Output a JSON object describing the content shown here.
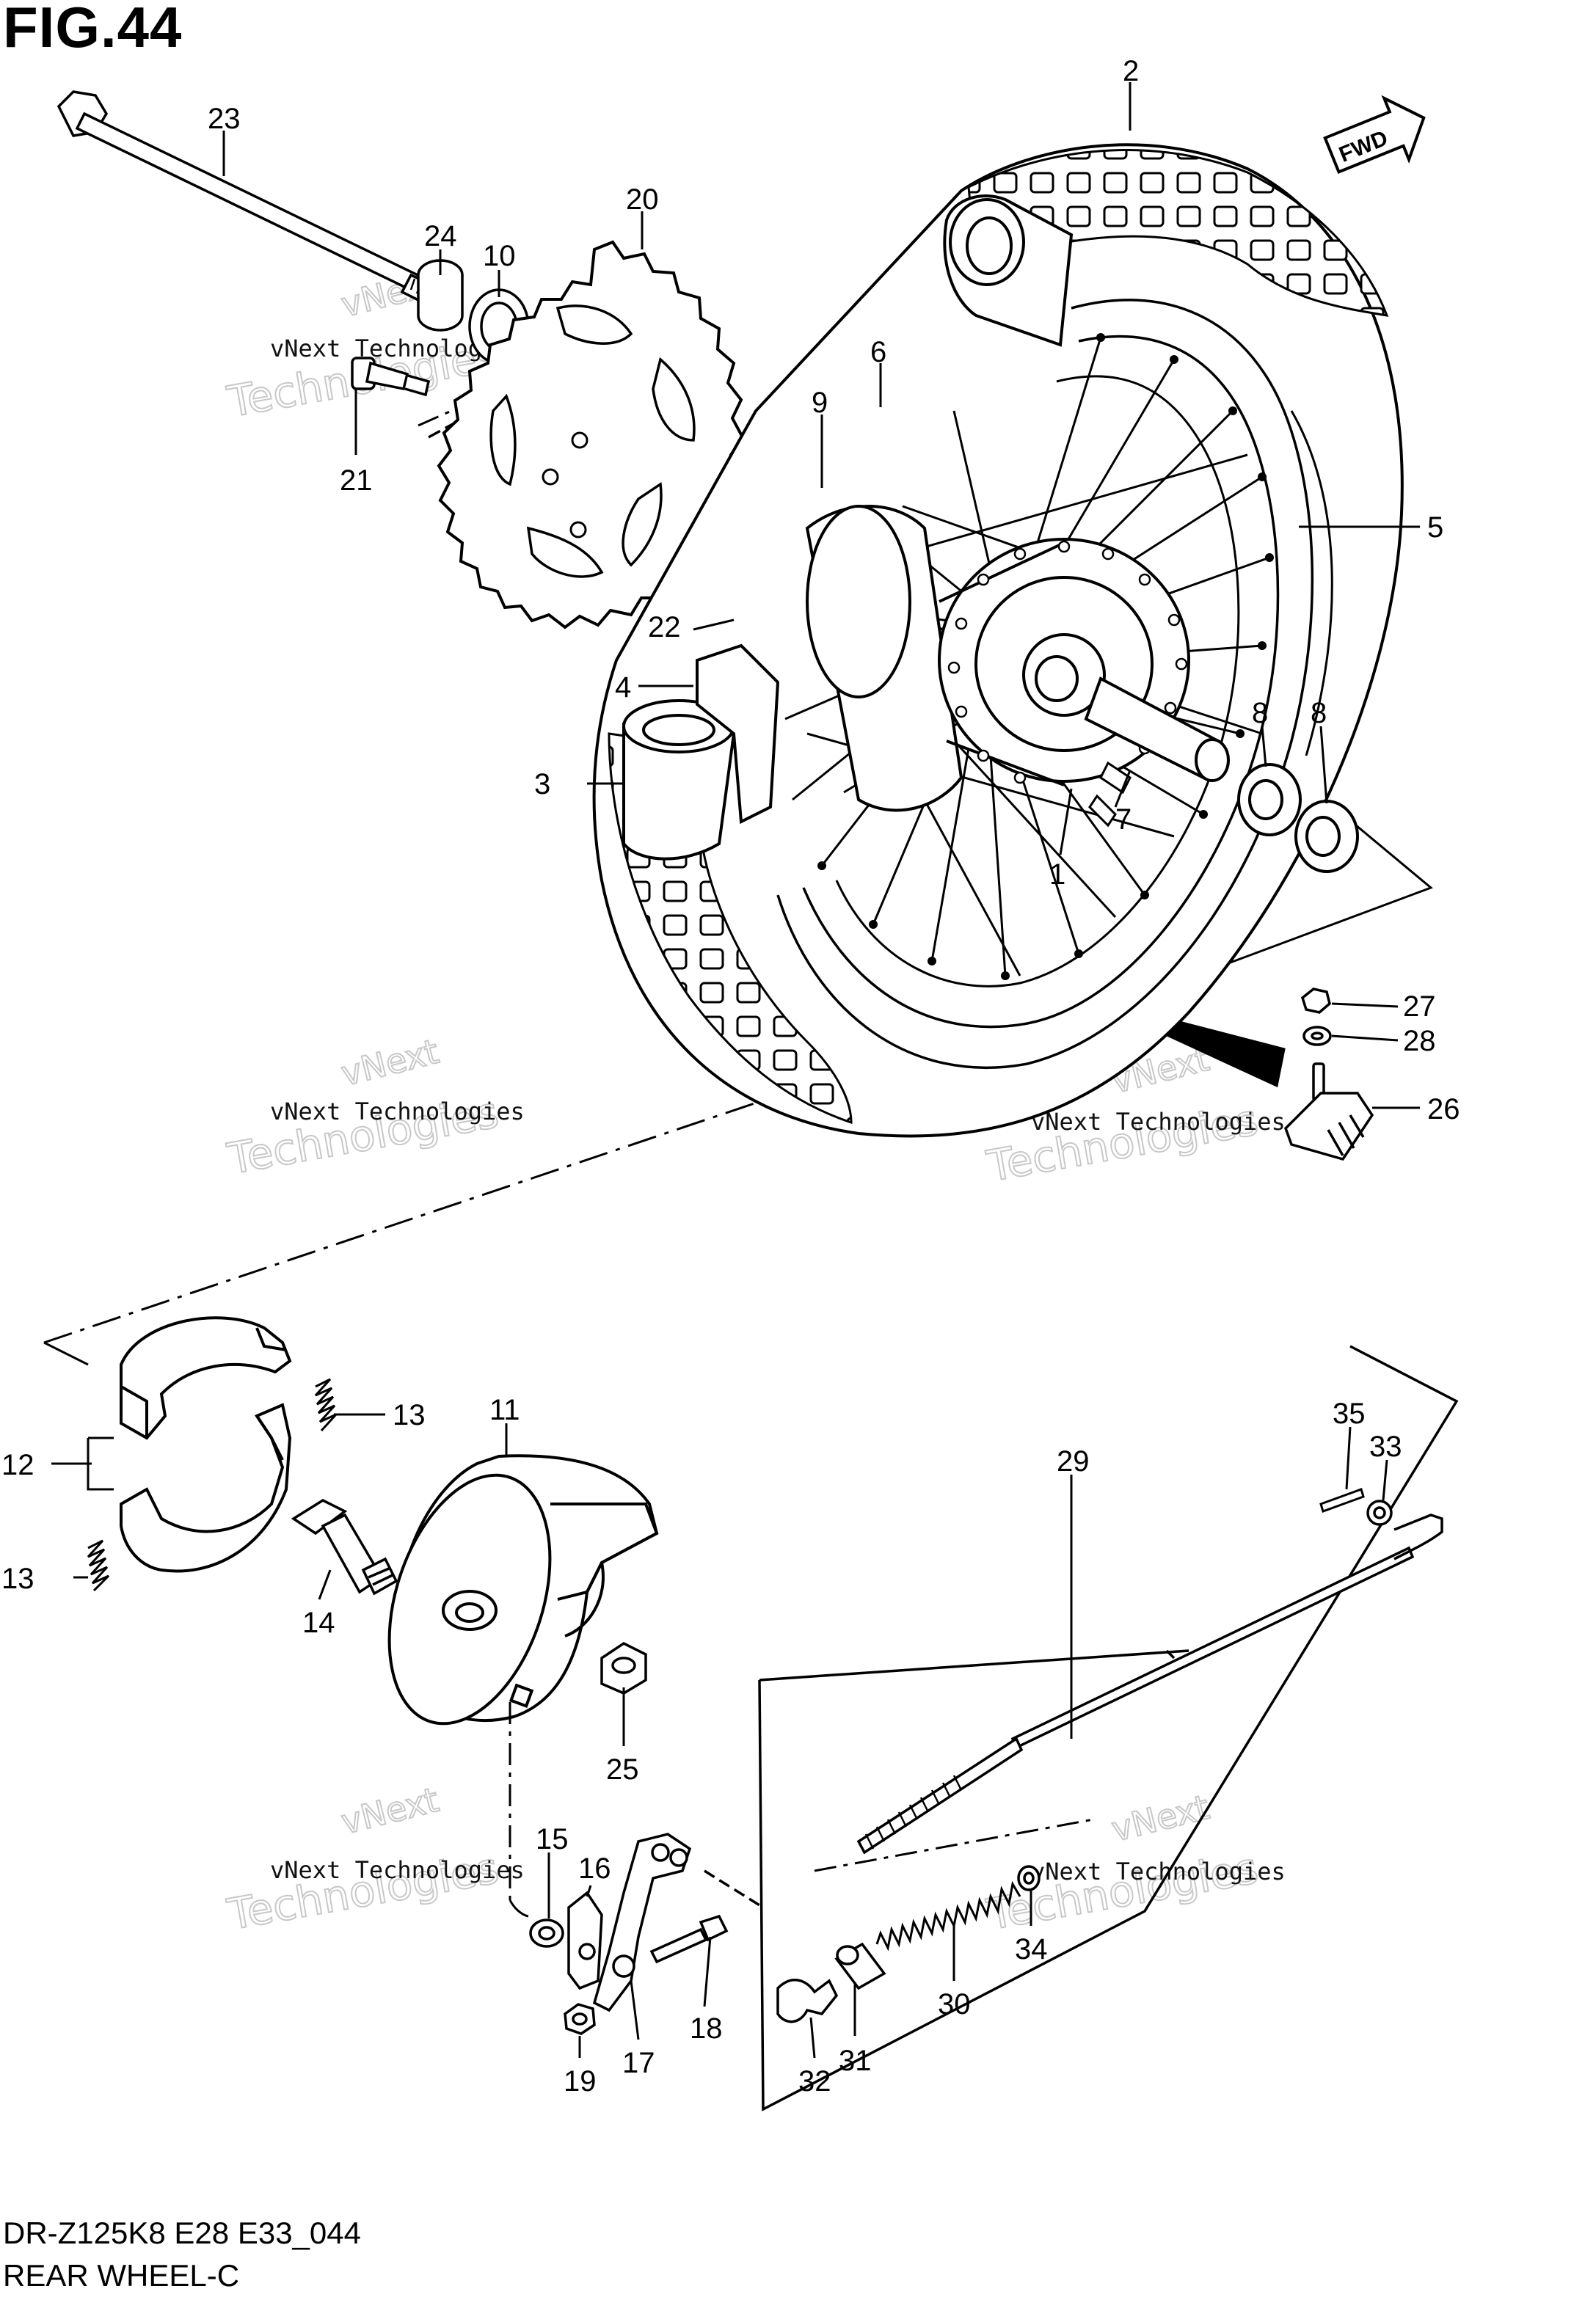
{
  "figure": {
    "title": "FIG.44",
    "fwd_label": "FWD",
    "caption_code": "DR-Z125K8 E28 E33_044",
    "caption_name": "REAR WHEEL-C"
  },
  "watermark": {
    "line1": "vNext Technologies",
    "line2": "Technologies",
    "line3": "vNext"
  },
  "callouts": {
    "c1": "1",
    "c2": "2",
    "c3": "3",
    "c4": "4",
    "c5": "5",
    "c6": "6",
    "c7": "7",
    "c8a": "8",
    "c8b": "8",
    "c9": "9",
    "c10": "10",
    "c11": "11",
    "c12": "12",
    "c13a": "13",
    "c13b": "13",
    "c14": "14",
    "c15": "15",
    "c16": "16",
    "c17": "17",
    "c18": "18",
    "c19": "19",
    "c20": "20",
    "c21": "21",
    "c22": "22",
    "c23": "23",
    "c24": "24",
    "c25": "25",
    "c26": "26",
    "c27": "27",
    "c28": "28",
    "c29": "29",
    "c30": "30",
    "c31": "31",
    "c32": "32",
    "c33": "33",
    "c34": "34",
    "c35": "35"
  }
}
